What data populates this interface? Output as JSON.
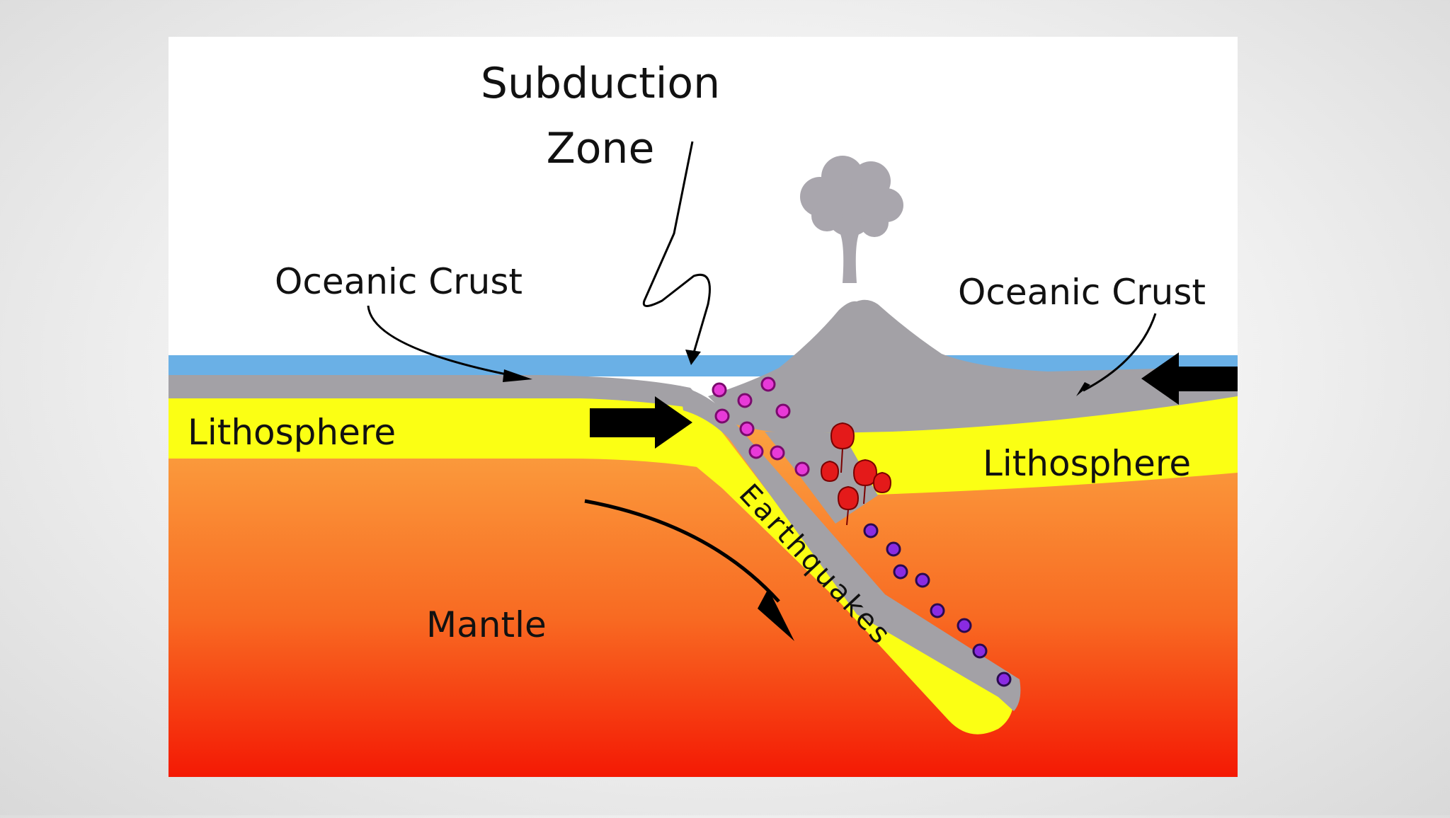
{
  "labels": {
    "title_line1": "Subduction",
    "title_line2": "Zone",
    "oceanic_crust_left": "Oceanic Crust",
    "oceanic_crust_right": "Oceanic Crust",
    "lithosphere_left": "Lithosphere",
    "lithosphere_right": "Lithosphere",
    "mantle": "Mantle",
    "earthquakes": "Earthquakes"
  },
  "colors": {
    "ocean": "#6ab0e6",
    "crust": "#a3a1a6",
    "lithosphere": "#fbff14",
    "mantle_top": "#fb9a3a",
    "mantle_bottom": "#f51d06",
    "earthquake_dot_pink": "#e83ad8",
    "earthquake_dot_purple": "#8a2be2",
    "magma": "#e41a1a",
    "arrow": "#000000"
  }
}
